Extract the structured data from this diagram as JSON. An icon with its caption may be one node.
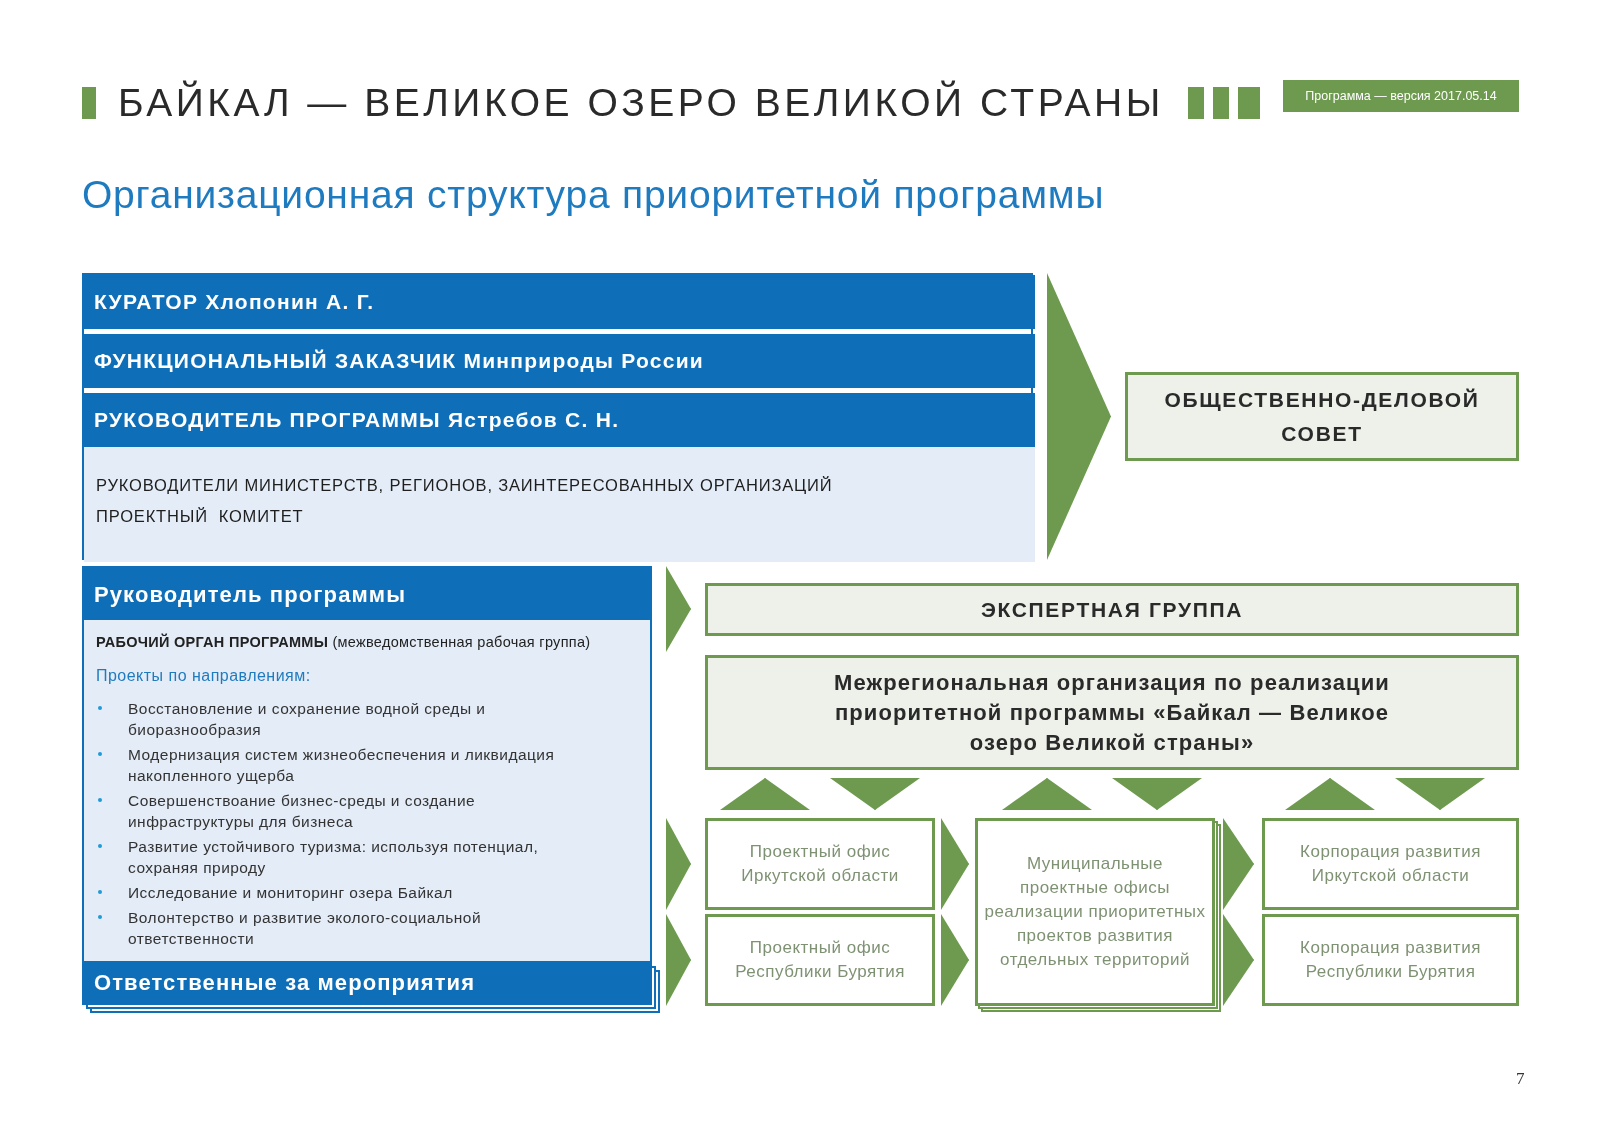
{
  "diagram": {
    "title": "БАЙКАЛ — ВЕЛИКОЕ ОЗЕРО ВЕЛИКОЙ СТРАНЫ",
    "nodes": [
      {
        "text": [],
        "shape": "box"
      },
      {
        "text": [
          "КУРАТОР Хлопонин А. Г."
        ],
        "in": 0
      },
      {
        "text": [
          "ФУНКЦИОНАЛЬНЫЙ ЗАКАЗЧИК Минприроды России"
        ],
        "in": 0
      },
      {
        "text": [
          "РУКОВОДИТЕЛЬ ПРОГРАММЫ Ястребов С. Н.",
          "РУКОВОДИТЕЛИ МИНИСТЕРСТВ, РЕГИОНОВ, ЗАИНТЕРЕСОВАННЫХ ОРГАНИЗАЦИЙ",
          "ПРОЕКТНЫЙ  КОМИТЕТ"
        ],
        "in": 0
      },
      {
        "text": [
          "ОБЩЕСТВЕННО-ДЕЛОВОЙ СОВЕТ"
        ]
      },
      {
        "text": [
          "Руководитель программы",
          "**РАБОЧИЙ ОРГАН ПРОГРАММЫ** (межведомственная рабочая группа)",
          "Проекты по направлениям:",
          "Восстановление и сохранение водной среды и биоразнообразия",
          "Модернизация систем жизнеобеспечения и ликвидация накопленного ущерба",
          "Совершенствоание бизнес-среды и создание инфраструктуры для бизнеса",
          "Развитие устойчивого туризма: используя потенциал, сохраняя природу",
          "Исследование и мониторинг озера Байкал",
          "Волонтерство и развитие эколого-социальной ответственности",
          "Ответственные за мероприятия"
        ]
      },
      {
        "text": [
          "ЭКСПЕРТНАЯ ГРУППА"
        ]
      },
      {
        "text": [
          "Межрегиональная организация по реализации приоритетной программы «Байкал — Великое озеро Великой страны»"
        ]
      },
      {
        "text": [
          "Проектный офис Иркутской области"
        ]
      },
      {
        "text": [
          "Проектный офис Республики Бурятия"
        ]
      },
      {
        "text": [
          "Муниципальные проектные офисы реализации приоритетных проектов развития отдельных территорий"
        ]
      },
      {
        "text": [
          "Корпорация развития Иркутской области"
        ]
      },
      {
        "text": [
          "Корпорация развития Республики Бурятия"
        ]
      }
    ],
    "edges": [
      {
        "from": 0,
        "to": 4,
        "arrow": "to"
      },
      {
        "from": 5,
        "to": 6,
        "arrow": "to"
      },
      {
        "from": 5,
        "to": 8,
        "arrow": "to"
      },
      {
        "from": 5,
        "to": 9,
        "arrow": "to"
      },
      {
        "from": 8,
        "to": 10,
        "arrow": "to"
      },
      {
        "from": 9,
        "to": 10,
        "arrow": "to"
      },
      {
        "from": 10,
        "to": 11,
        "arrow": "to"
      },
      {
        "from": 10,
        "to": 12,
        "arrow": "to"
      },
      {
        "from": 8,
        "to": 7,
        "arrow": "to"
      },
      {
        "from": 7,
        "to": 8,
        "arrow": "to"
      },
      {
        "from": 10,
        "to": 7,
        "arrow": "to"
      },
      {
        "from": 7,
        "to": 10,
        "arrow": "to"
      },
      {
        "from": 11,
        "to": 7,
        "arrow": "to"
      },
      {
        "from": 7,
        "to": 11,
        "arrow": "to"
      }
    ],
    "labels": [
      "Программа — версия 2017.05.14",
      "Организационная структура приоритетной программы",
      "7"
    ]
  }
}
